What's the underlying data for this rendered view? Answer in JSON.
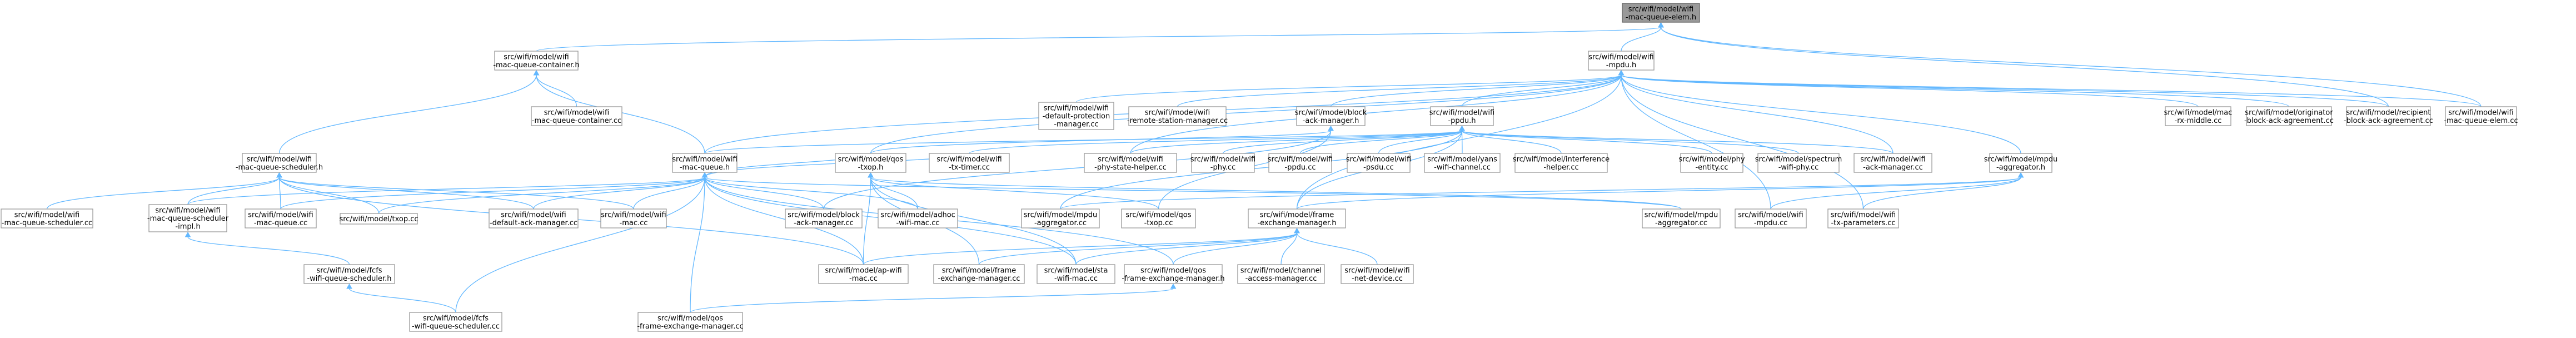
{
  "graph": {
    "nodes": [
      {
        "id": "n0",
        "label": [
          "src/wifi/model/wifi",
          "-mac-queue-elem.h"
        ],
        "root": true
      },
      {
        "id": "n1",
        "label": [
          "src/wifi/model/wifi",
          "-mac-queue-container.h"
        ]
      },
      {
        "id": "n2",
        "label": [
          "src/wifi/model/wifi",
          "-mpdu.h"
        ]
      },
      {
        "id": "n3",
        "label": [
          "src/wifi/model/wifi",
          "-mac-queue-container.cc"
        ]
      },
      {
        "id": "n4",
        "label": [
          "src/wifi/model/wifi",
          "-mac-queue-scheduler.h"
        ]
      },
      {
        "id": "n5",
        "label": [
          "src/wifi/model/wifi",
          "-mac-queue.h"
        ]
      },
      {
        "id": "n6",
        "label": [
          "src/wifi/model/wifi",
          "-default-protection",
          "-manager.cc"
        ]
      },
      {
        "id": "n7",
        "label": [
          "src/wifi/model/wifi",
          "-remote-station-manager.cc"
        ]
      },
      {
        "id": "n8",
        "label": [
          "src/wifi/model/block",
          "-ack-manager.h"
        ]
      },
      {
        "id": "n9",
        "label": [
          "src/wifi/model/wifi",
          "-ppdu.h"
        ]
      },
      {
        "id": "n10",
        "label": [
          "src/wifi/model/mac",
          "-rx-middle.cc"
        ]
      },
      {
        "id": "n11",
        "label": [
          "src/wifi/model/originator",
          "-block-ack-agreement.cc"
        ]
      },
      {
        "id": "n12",
        "label": [
          "src/wifi/model/recipient",
          "-block-ack-agreement.cc"
        ]
      },
      {
        "id": "n13",
        "label": [
          "src/wifi/model/wifi",
          "-mac-queue-elem.cc"
        ]
      },
      {
        "id": "n14",
        "label": [
          "src/wifi/model/wifi",
          "-mac-queue-scheduler.cc"
        ]
      },
      {
        "id": "n15",
        "label": [
          "src/wifi/model/wifi",
          "-mac-queue-scheduler",
          "-impl.h"
        ]
      },
      {
        "id": "n16",
        "label": [
          "src/wifi/model/wifi",
          "-mac-queue.cc"
        ]
      },
      {
        "id": "n17",
        "label": [
          "src/wifi/model/txop.cc"
        ]
      },
      {
        "id": "n18",
        "label": [
          "src/wifi/model/wifi",
          "-default-ack-manager.cc"
        ]
      },
      {
        "id": "n19",
        "label": [
          "src/wifi/model/wifi",
          "-mac.cc"
        ]
      },
      {
        "id": "n20",
        "label": [
          "src/wifi/model/block",
          "-ack-manager.cc"
        ]
      },
      {
        "id": "n21",
        "label": [
          "src/wifi/model/qos",
          "-txop.h"
        ]
      },
      {
        "id": "n22",
        "label": [
          "src/wifi/model/wifi",
          "-tx-timer.cc"
        ]
      },
      {
        "id": "n23",
        "label": [
          "src/wifi/model/wifi",
          "-phy-state-helper.cc"
        ]
      },
      {
        "id": "n24",
        "label": [
          "src/wifi/model/wifi",
          "-phy.cc"
        ]
      },
      {
        "id": "n25",
        "label": [
          "src/wifi/model/wifi",
          "-ppdu.cc"
        ]
      },
      {
        "id": "n26",
        "label": [
          "src/wifi/model/wifi",
          "-psdu.cc"
        ]
      },
      {
        "id": "n27",
        "label": [
          "src/wifi/model/yans",
          "-wifi-channel.cc"
        ]
      },
      {
        "id": "n28",
        "label": [
          "src/wifi/model/interference",
          "-helper.cc"
        ]
      },
      {
        "id": "n29",
        "label": [
          "src/wifi/model/phy",
          "-entity.cc"
        ]
      },
      {
        "id": "n30",
        "label": [
          "src/wifi/model/spectrum",
          "-wifi-phy.cc"
        ]
      },
      {
        "id": "n31",
        "label": [
          "src/wifi/model/wifi",
          "-ack-manager.cc"
        ]
      },
      {
        "id": "n32",
        "label": [
          "src/wifi/model/mpdu",
          "-aggregator.h"
        ]
      },
      {
        "id": "n33",
        "label": [
          "src/wifi/model/adhoc",
          "-wifi-mac.cc"
        ]
      },
      {
        "id": "n34",
        "label": [
          "src/wifi/model/mpdu",
          "-aggregator.cc"
        ]
      },
      {
        "id": "n35",
        "label": [
          "src/wifi/model/qos",
          "-txop.cc"
        ]
      },
      {
        "id": "n36",
        "label": [
          "src/wifi/model/frame",
          "-exchange-manager.h"
        ]
      },
      {
        "id": "n37",
        "label": [
          "src/wifi/model/mpdu",
          "-aggregator.cc"
        ]
      },
      {
        "id": "n38",
        "label": [
          "src/wifi/model/wifi",
          "-mpdu.cc"
        ]
      },
      {
        "id": "n39",
        "label": [
          "src/wifi/model/wifi",
          "-tx-parameters.cc"
        ]
      },
      {
        "id": "n40",
        "label": [
          "src/wifi/model/fcfs",
          "-wifi-queue-scheduler.h"
        ]
      },
      {
        "id": "n41",
        "label": [
          "src/wifi/model/ap-wifi",
          "-mac.cc"
        ]
      },
      {
        "id": "n42",
        "label": [
          "src/wifi/model/frame",
          "-exchange-manager.cc"
        ]
      },
      {
        "id": "n43",
        "label": [
          "src/wifi/model/sta",
          "-wifi-mac.cc"
        ]
      },
      {
        "id": "n44",
        "label": [
          "src/wifi/model/qos",
          "-frame-exchange-manager.h"
        ]
      },
      {
        "id": "n45",
        "label": [
          "src/wifi/model/channel",
          "-access-manager.cc"
        ]
      },
      {
        "id": "n46",
        "label": [
          "src/wifi/model/wifi",
          "-net-device.cc"
        ]
      },
      {
        "id": "n47",
        "label": [
          "src/wifi/model/fcfs",
          "-wifi-queue-scheduler.cc"
        ]
      },
      {
        "id": "n48",
        "label": [
          "src/wifi/model/qos",
          "-frame-exchange-manager.cc"
        ]
      }
    ],
    "edges": [
      [
        "n0",
        "n1"
      ],
      [
        "n0",
        "n2"
      ],
      [
        "n0",
        "n12"
      ],
      [
        "n0",
        "n13"
      ],
      [
        "n1",
        "n3"
      ],
      [
        "n1",
        "n4"
      ],
      [
        "n1",
        "n5"
      ],
      [
        "n2",
        "n6"
      ],
      [
        "n2",
        "n7"
      ],
      [
        "n2",
        "n8"
      ],
      [
        "n2",
        "n9"
      ],
      [
        "n2",
        "n10"
      ],
      [
        "n2",
        "n11"
      ],
      [
        "n2",
        "n12"
      ],
      [
        "n2",
        "n13"
      ],
      [
        "n2",
        "n32"
      ],
      [
        "n2",
        "n38"
      ],
      [
        "n2",
        "n39"
      ],
      [
        "n2",
        "n5"
      ],
      [
        "n2",
        "n21"
      ],
      [
        "n2",
        "n36"
      ],
      [
        "n2",
        "n23"
      ],
      [
        "n2",
        "n31"
      ],
      [
        "n4",
        "n14"
      ],
      [
        "n4",
        "n15"
      ],
      [
        "n4",
        "n16"
      ],
      [
        "n4",
        "n17"
      ],
      [
        "n4",
        "n18"
      ],
      [
        "n4",
        "n19"
      ],
      [
        "n4",
        "n41"
      ],
      [
        "n5",
        "n15"
      ],
      [
        "n5",
        "n16"
      ],
      [
        "n5",
        "n17"
      ],
      [
        "n5",
        "n18"
      ],
      [
        "n5",
        "n19"
      ],
      [
        "n5",
        "n20"
      ],
      [
        "n5",
        "n21"
      ],
      [
        "n5",
        "n22"
      ],
      [
        "n5",
        "n37"
      ],
      [
        "n5",
        "n33"
      ],
      [
        "n5",
        "n41"
      ],
      [
        "n5",
        "n43"
      ],
      [
        "n5",
        "n44"
      ],
      [
        "n5",
        "n48"
      ],
      [
        "n5",
        "n47"
      ],
      [
        "n8",
        "n20"
      ],
      [
        "n8",
        "n21"
      ],
      [
        "n8",
        "n35"
      ],
      [
        "n9",
        "n22"
      ],
      [
        "n9",
        "n23"
      ],
      [
        "n9",
        "n24"
      ],
      [
        "n9",
        "n25"
      ],
      [
        "n9",
        "n26"
      ],
      [
        "n9",
        "n27"
      ],
      [
        "n9",
        "n28"
      ],
      [
        "n9",
        "n29"
      ],
      [
        "n9",
        "n30"
      ],
      [
        "n9",
        "n31"
      ],
      [
        "n9",
        "n5"
      ],
      [
        "n9",
        "n36"
      ],
      [
        "n9",
        "n34"
      ],
      [
        "n21",
        "n33"
      ],
      [
        "n21",
        "n35"
      ],
      [
        "n21",
        "n41"
      ],
      [
        "n21",
        "n43"
      ],
      [
        "n21",
        "n42"
      ],
      [
        "n21",
        "n37"
      ],
      [
        "n32",
        "n34"
      ],
      [
        "n32",
        "n38"
      ],
      [
        "n32",
        "n39"
      ],
      [
        "n32",
        "n36"
      ],
      [
        "n15",
        "n40"
      ],
      [
        "n40",
        "n47"
      ],
      [
        "n36",
        "n41"
      ],
      [
        "n36",
        "n42"
      ],
      [
        "n36",
        "n43"
      ],
      [
        "n36",
        "n44"
      ],
      [
        "n36",
        "n45"
      ],
      [
        "n36",
        "n46"
      ],
      [
        "n44",
        "n48"
      ]
    ]
  }
}
